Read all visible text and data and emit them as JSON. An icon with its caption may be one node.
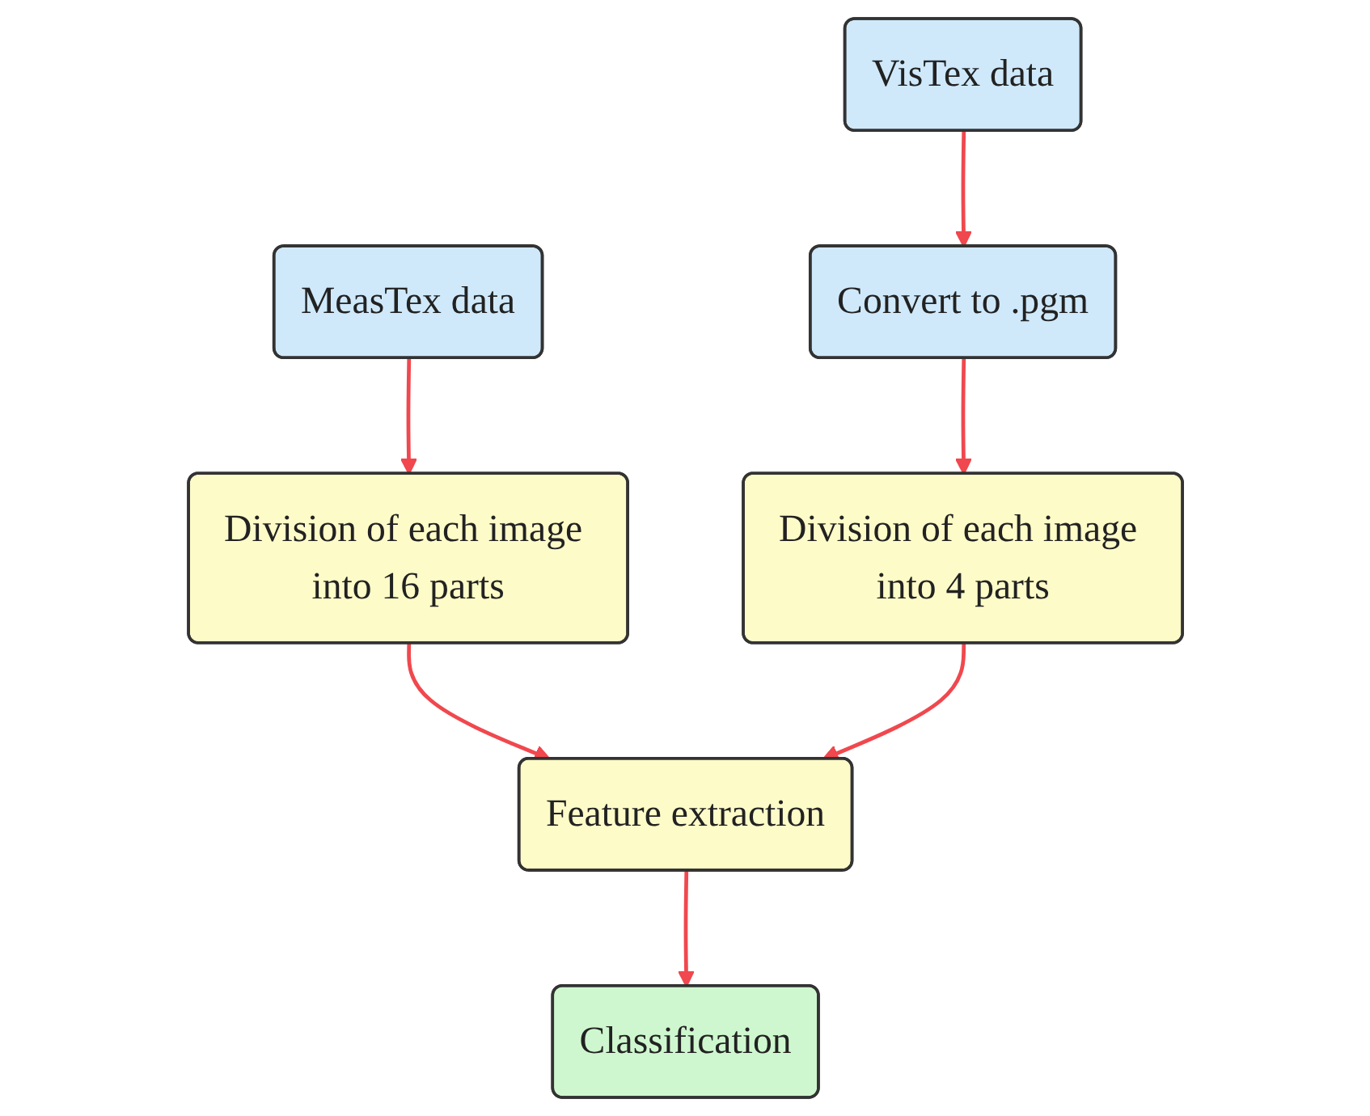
{
  "diagram": {
    "nodes": [
      {
        "text": [
          "MeasTex data"
        ]
      },
      {
        "text": [
          "VisTex data"
        ]
      },
      {
        "text": [
          "Convert to .pgm"
        ]
      },
      {
        "text": [
          "Division of each image into 16 parts"
        ]
      },
      {
        "text": [
          "Division of each image into 4 parts"
        ]
      },
      {
        "text": [
          "Feature extraction"
        ]
      },
      {
        "text": [
          "Classification"
        ]
      }
    ],
    "edges": [
      {
        "from": 0,
        "to": 3,
        "arrow": "to"
      },
      {
        "from": 1,
        "to": 2,
        "arrow": "to"
      },
      {
        "from": 2,
        "to": 4,
        "arrow": "to"
      },
      {
        "from": 3,
        "to": 5,
        "arrow": "to"
      },
      {
        "from": 4,
        "to": 5,
        "arrow": "to"
      },
      {
        "from": 5,
        "to": 6,
        "arrow": "to"
      }
    ]
  }
}
